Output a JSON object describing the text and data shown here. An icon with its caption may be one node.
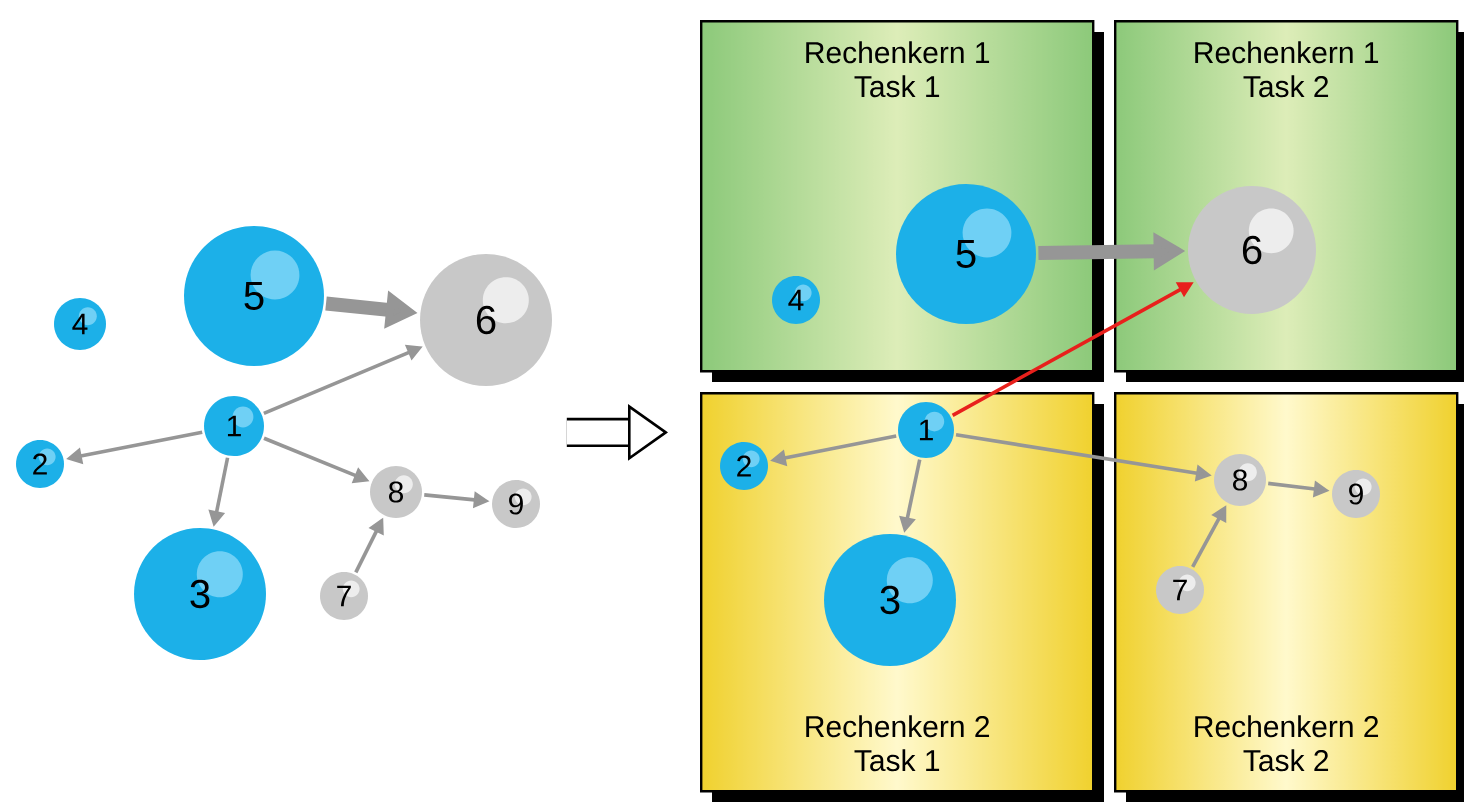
{
  "diagram": {
    "nodes": [
      {
        "text": [],
        "shape": "picture"
      },
      {
        "text": [
          "1"
        ],
        "in": 0
      },
      {
        "text": [
          "2"
        ],
        "in": 0
      },
      {
        "text": [
          "3"
        ],
        "in": 0
      },
      {
        "text": [
          "4"
        ],
        "in": 0
      },
      {
        "text": [
          "5"
        ],
        "in": 0
      },
      {
        "text": [
          "6"
        ],
        "in": 0
      },
      {
        "text": [
          "7"
        ],
        "in": 0
      },
      {
        "text": [
          "8"
        ],
        "in": 0
      },
      {
        "text": [
          "9"
        ],
        "in": 0
      },
      {
        "text": [],
        "shape": "picture"
      },
      {
        "text": [
          "Rechenkern 1 Task 1"
        ],
        "in": 10
      },
      {
        "text": [
          "Rechenkern 1 Task 2"
        ],
        "in": 10
      },
      {
        "text": [
          "Rechenkern 2 Task 1"
        ],
        "in": 10
      },
      {
        "text": [
          "Rechenkern 2 Task 2"
        ],
        "in": 10
      },
      {
        "text": [
          "1"
        ],
        "in": 13
      },
      {
        "text": [
          "2"
        ],
        "in": 13
      },
      {
        "text": [
          "3"
        ],
        "in": 13
      },
      {
        "text": [
          "4"
        ],
        "in": 11
      },
      {
        "text": [
          "5"
        ],
        "in": 11
      },
      {
        "text": [
          "6"
        ],
        "in": 12
      },
      {
        "text": [
          "7"
        ],
        "in": 14
      },
      {
        "text": [
          "8"
        ],
        "in": 14
      },
      {
        "text": [
          "9"
        ],
        "in": 14
      }
    ],
    "edges": [
      {
        "from": 5,
        "to": 6,
        "arrow": "to",
        "style": "thick"
      },
      {
        "from": 1,
        "to": 2,
        "arrow": "to"
      },
      {
        "from": 1,
        "to": 3,
        "arrow": "to"
      },
      {
        "from": 1,
        "to": 6,
        "arrow": "to"
      },
      {
        "from": 1,
        "to": 8,
        "arrow": "to"
      },
      {
        "from": 8,
        "to": 9,
        "arrow": "to"
      },
      {
        "from": 7,
        "to": 8,
        "arrow": "to"
      },
      {
        "from": 0,
        "to": 10,
        "arrow": "to",
        "style": "thick",
        "color": "#000000"
      },
      {
        "from": 19,
        "to": 20,
        "arrow": "to",
        "style": "thick"
      },
      {
        "from": 15,
        "to": 16,
        "arrow": "to"
      },
      {
        "from": 15,
        "to": 17,
        "arrow": "to"
      },
      {
        "from": 15,
        "to": 20,
        "arrow": "to",
        "color": "#e8201c"
      },
      {
        "from": 15,
        "to": 22,
        "arrow": "to"
      },
      {
        "from": 22,
        "to": 23,
        "arrow": "to"
      },
      {
        "from": 21,
        "to": 22,
        "arrow": "to"
      }
    ]
  }
}
